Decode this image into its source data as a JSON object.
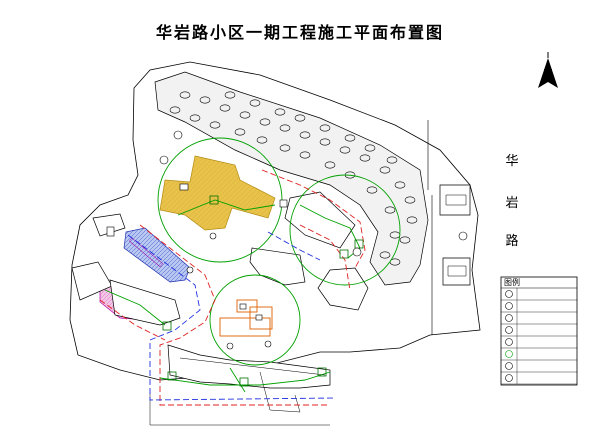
{
  "title": "华岩路小区一期工程施工平面布置图",
  "north_label": "N",
  "road": [
    "华",
    "岩",
    "路"
  ],
  "legend": {
    "title": "图例",
    "items": [
      "",
      "",
      "",
      "",
      "",
      "",
      "",
      ""
    ]
  },
  "labels": {
    "lower_building": "",
    "right_lot": ""
  },
  "footer": [
    "",
    "",
    "",
    ""
  ]
}
